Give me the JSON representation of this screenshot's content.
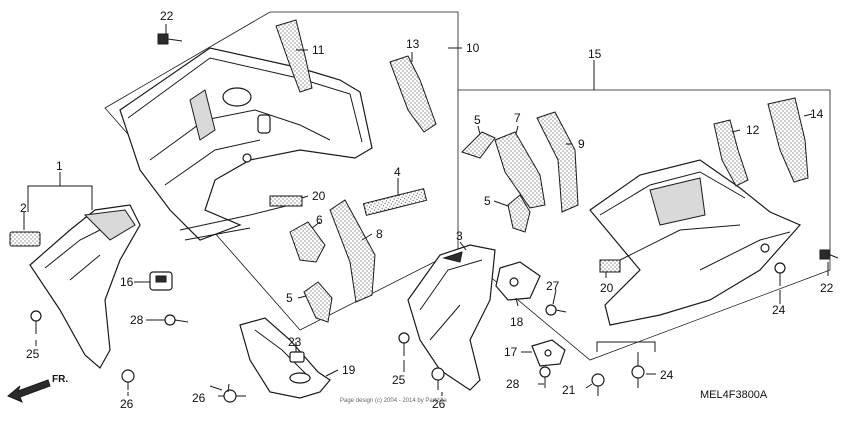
{
  "diagram": {
    "part_code": "MEL4F3800A",
    "direction_label": "FR.",
    "copyright": "Page design (c) 2004 - 2014 by Partzilla"
  },
  "callouts": {
    "c1": "1",
    "c2": "2",
    "c3": "3",
    "c4": "4",
    "c5a": "5",
    "c5b": "5",
    "c5c": "5",
    "c6": "6",
    "c7": "7",
    "c8": "8",
    "c9": "9",
    "c10": "10",
    "c11": "11",
    "c12": "12",
    "c13": "13",
    "c14": "14",
    "c15": "15",
    "c16": "16",
    "c17": "17",
    "c18": "18",
    "c19": "19",
    "c20a": "20",
    "c20b": "20",
    "c21": "21",
    "c22a": "22",
    "c22b": "22",
    "c23": "23",
    "c24a": "24",
    "c24b": "24",
    "c25a": "25",
    "c25b": "25",
    "c26a": "26",
    "c26b": "26",
    "c26c": "26",
    "c27": "27",
    "c28a": "28",
    "c28b": "28"
  }
}
